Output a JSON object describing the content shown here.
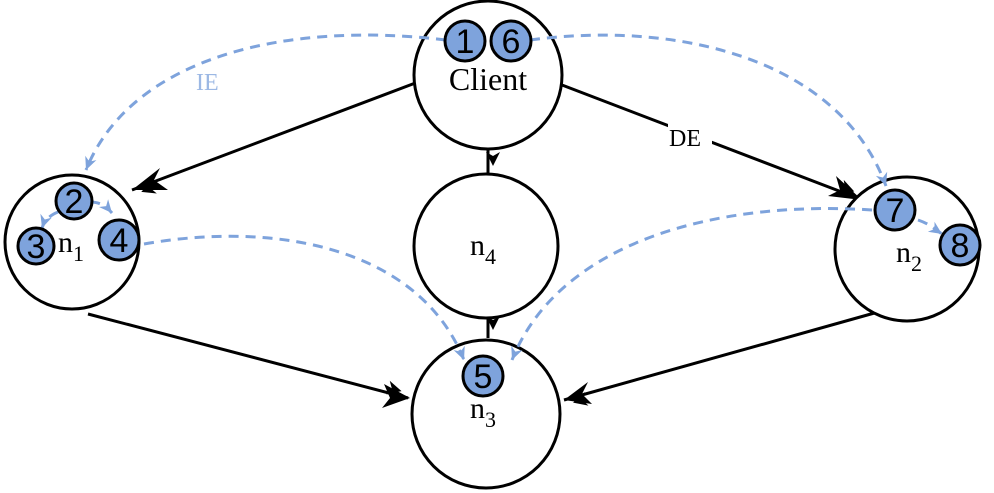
{
  "colors": {
    "badge_fill": "#7ea3dc",
    "dashed_edge": "#7ea3dc",
    "solid_edge": "#000000",
    "ie_label": "#9cb8e4"
  },
  "nodes": {
    "client": {
      "label": "Client"
    },
    "n1": {
      "label": "n",
      "sub": "1"
    },
    "n2": {
      "label": "n",
      "sub": "2"
    },
    "n3": {
      "label": "n",
      "sub": "3"
    },
    "n4": {
      "label": "n",
      "sub": "4"
    }
  },
  "edge_labels": {
    "ie": "IE",
    "de": "DE"
  },
  "badges": [
    "1",
    "6",
    "2",
    "3",
    "4",
    "7",
    "8",
    "5"
  ]
}
